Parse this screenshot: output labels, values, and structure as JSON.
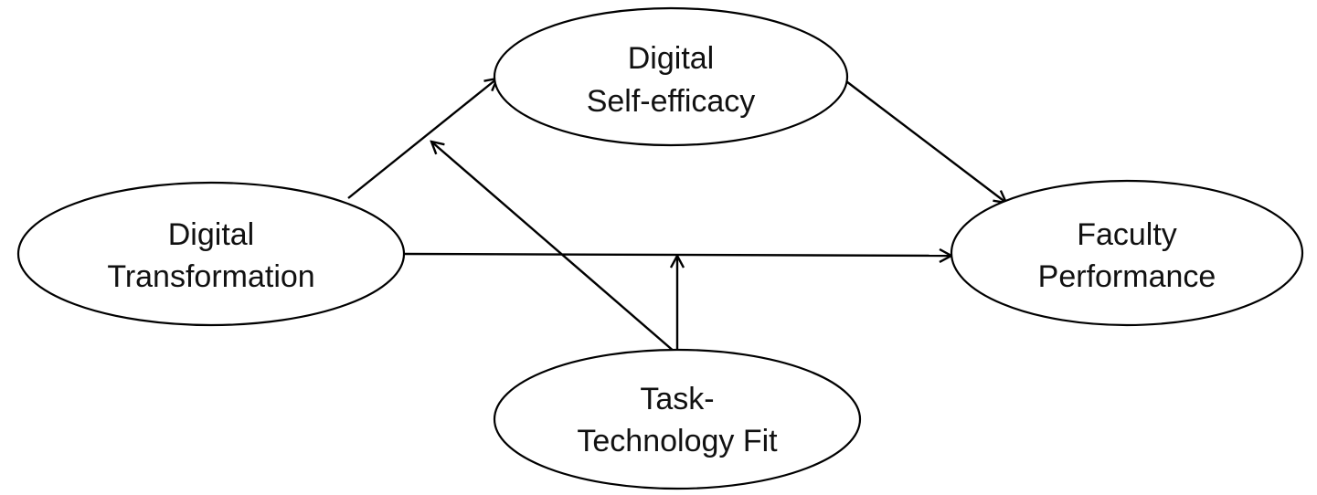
{
  "nodes": {
    "digital_self_efficacy": {
      "line1": "Digital",
      "line2": "Self-efficacy"
    },
    "digital_transformation": {
      "line1": "Digital",
      "line2": "Transformation"
    },
    "faculty_performance": {
      "line1": "Faculty",
      "line2": "Performance"
    },
    "task_technology_fit": {
      "line1": "Task-",
      "line2": "Technology Fit"
    }
  },
  "colors": {
    "stroke": "#000000",
    "fill": "#ffffff",
    "text": "#111111"
  }
}
